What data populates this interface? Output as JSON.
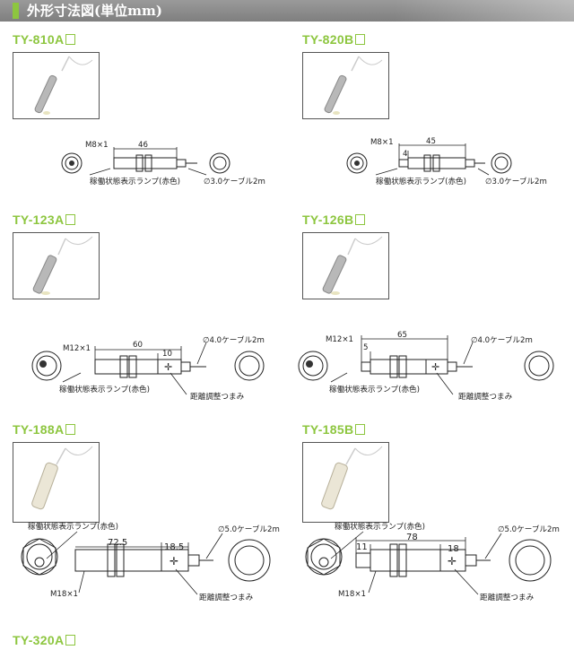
{
  "header": {
    "title": "外形寸法図(単位mm)",
    "accent_color": "#8dc63f",
    "bar_color": "#8a8a8a"
  },
  "models": [
    {
      "id": "ty-810a",
      "name": "TY-810A",
      "thread": "M8×1",
      "length": "46",
      "cable": "∅3.0ケーブル2m",
      "lamp": "稼働状態表示ランプ(赤色)"
    },
    {
      "id": "ty-820b",
      "name": "TY-820B",
      "thread": "M8×1",
      "length": "45",
      "offset": "4",
      "cable": "∅3.0ケーブル2m",
      "lamp": "稼働状態表示ランプ(赤色)"
    },
    {
      "id": "ty-123a",
      "name": "TY-123A",
      "thread": "M12×1",
      "length": "60",
      "adj_len": "10",
      "cable": "∅4.0ケーブル2m",
      "lamp": "稼働状態表示ランプ(赤色)",
      "adjust": "距離調整つまみ"
    },
    {
      "id": "ty-126b",
      "name": "TY-126B",
      "thread": "M12×1",
      "length": "65",
      "offset": "5",
      "cable": "∅4.0ケーブル2m",
      "lamp": "稼働状態表示ランプ(赤色)",
      "adjust": "距離調整つまみ"
    },
    {
      "id": "ty-188a",
      "name": "TY-188A",
      "thread": "M18×1",
      "length": "72.5",
      "adj_len": "18.5",
      "cable": "∅5.0ケーブル2m",
      "lamp": "稼働状態表示ランプ(赤色)",
      "adjust": "距離調整つまみ"
    },
    {
      "id": "ty-185b",
      "name": "TY-185B",
      "thread": "M18×1",
      "length": "78",
      "offset": "11",
      "adj_len": "18",
      "cable": "∅5.0ケーブル2m",
      "lamp": "稼働状態表示ランプ(赤色)",
      "adjust": "距離調整つまみ"
    },
    {
      "id": "ty-320a",
      "name": "TY-320A"
    }
  ]
}
